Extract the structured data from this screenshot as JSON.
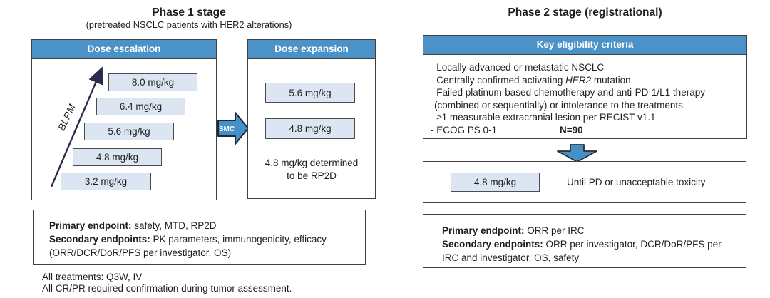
{
  "colors": {
    "header_blue": "#4b92c8",
    "arrow_blue_fill": "#4490c9",
    "dose_box_fill": "#dce6f2",
    "box_border": "#3f3f3f",
    "trend_arrow_navy": "#2b2b4e"
  },
  "phase1": {
    "title": "Phase 1 stage",
    "subtitle": "(pretreated NSCLC patients with HER2 alterations)",
    "escalation": {
      "header": "Dose escalation",
      "arrow_label": "BLRM",
      "doses": [
        "8.0 mg/kg",
        "6.4 mg/kg",
        "5.6 mg/kg",
        "4.8 mg/kg",
        "3.2 mg/kg"
      ]
    },
    "smc_label": "SMC",
    "expansion": {
      "header": "Dose expansion",
      "doses": [
        "5.6 mg/kg",
        "4.8 mg/kg"
      ],
      "note_line1": "4.8 mg/kg determined",
      "note_line2": "to be RP2D"
    },
    "endpoints": {
      "primary_label": "Primary endpoint:",
      "primary_text": " safety, MTD, RP2D",
      "secondary_label": "Secondary endpoints:",
      "secondary_text": " PK parameters, immunogenicity, efficacy",
      "secondary_text2": "(ORR/DCR/DoR/PFS per investigator, OS)"
    },
    "footnotes": [
      "All treatments: Q3W, IV",
      "All CR/PR required confirmation during tumor assessment."
    ]
  },
  "phase2": {
    "title": "Phase 2 stage (registrational)",
    "eligibility": {
      "header": "Key eligibility criteria",
      "item1": "- Locally advanced or metastatic NSCLC",
      "item2_pre": "- Centrally confirmed activating ",
      "item2_italic": "HER2",
      "item2_post": " mutation",
      "item3": "- Failed platinum-based chemotherapy and anti-PD-1/L1 therapy",
      "item3_cont": "(combined or sequentially) or intolerance to the treatments",
      "item4": "- ≥1 measurable extracranial lesion per RECIST v1.1",
      "item5": "- ECOG PS 0-1",
      "n_label": "N=90"
    },
    "treatment": {
      "dose": "4.8 mg/kg",
      "text": "Until PD or unacceptable toxicity"
    },
    "endpoints": {
      "primary_label": "Primary endpoint:",
      "primary_text": " ORR per IRC",
      "secondary_label": "Secondary endpoints:",
      "secondary_text": " ORR per investigator, DCR/DoR/PFS per",
      "secondary_text2": "IRC and investigator, OS, safety"
    }
  }
}
